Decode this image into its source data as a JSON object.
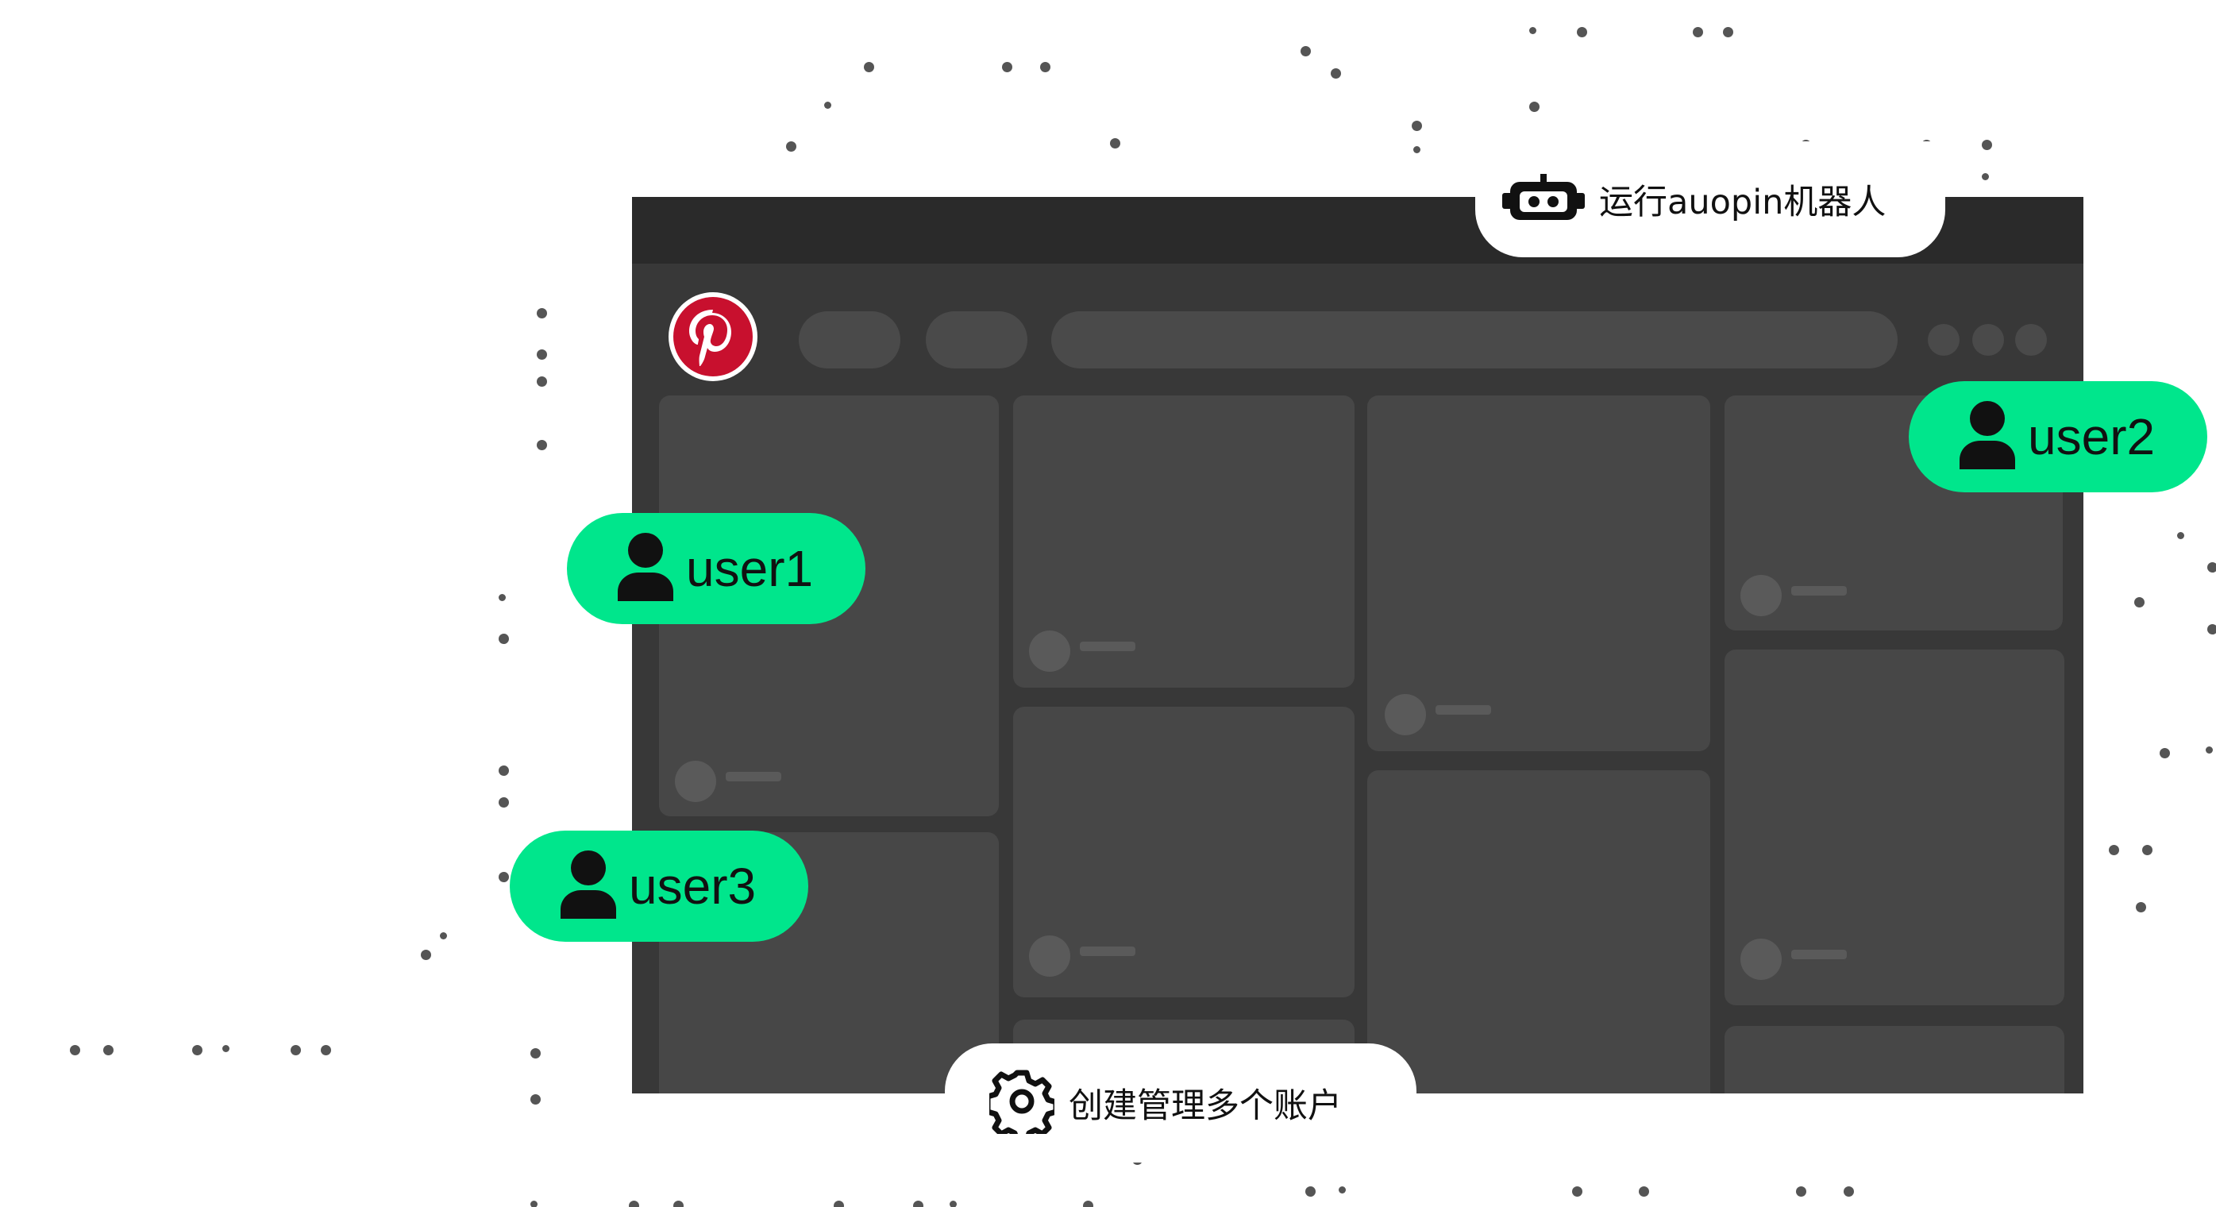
{
  "app": {
    "brand_icon": "pinterest-logo",
    "accent_color": "#00e68c",
    "brand_color": "#c8102e"
  },
  "callouts": {
    "bot_run": {
      "label": "运行auopin机器人",
      "icon": "robot-icon"
    },
    "manage_accounts": {
      "label": "创建管理多个账户",
      "icon": "gear-icon"
    }
  },
  "users": [
    {
      "label": "user1",
      "icon": "user-icon"
    },
    {
      "label": "user2",
      "icon": "user-icon"
    },
    {
      "label": "user3",
      "icon": "user-icon"
    }
  ]
}
